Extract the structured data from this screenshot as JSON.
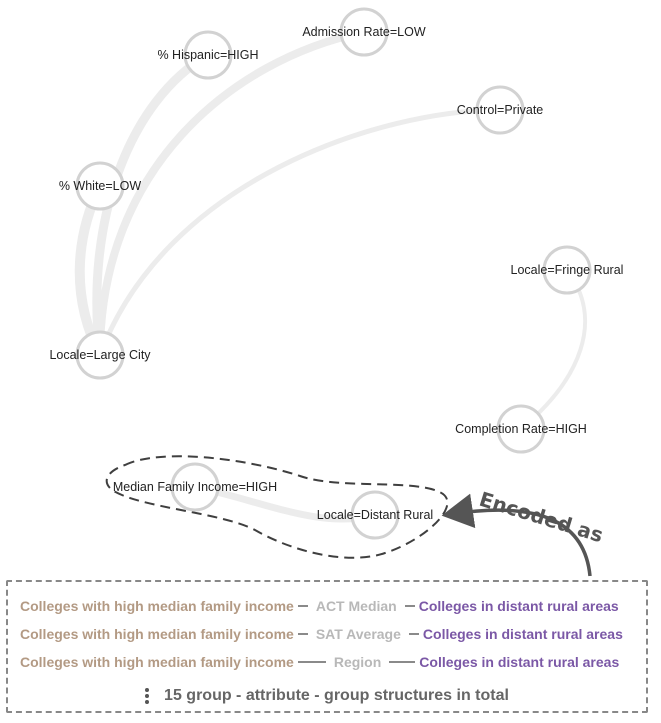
{
  "graph": {
    "nodes": [
      {
        "id": "admission",
        "label": "Admission Rate=LOW"
      },
      {
        "id": "hispanic",
        "label": "% Hispanic=HIGH"
      },
      {
        "id": "control",
        "label": "Control=Private"
      },
      {
        "id": "white",
        "label": "% White=LOW"
      },
      {
        "id": "fringe",
        "label": "Locale=Fringe Rural"
      },
      {
        "id": "largecity",
        "label": "Locale=Large City"
      },
      {
        "id": "completion",
        "label": "Completion Rate=HIGH"
      },
      {
        "id": "income",
        "label": "Median Family Income=HIGH"
      },
      {
        "id": "distant",
        "label": "Locale=Distant Rural"
      }
    ],
    "edges": [
      {
        "source": "largecity",
        "target": "white"
      },
      {
        "source": "largecity",
        "target": "hispanic"
      },
      {
        "source": "largecity",
        "target": "admission"
      },
      {
        "source": "largecity",
        "target": "control"
      },
      {
        "source": "fringe",
        "target": "completion"
      },
      {
        "source": "income",
        "target": "distant"
      }
    ]
  },
  "encoded_label": "Encoded as",
  "legend": {
    "rows": [
      {
        "left": "Colleges with high median family income",
        "attribute": "ACT Median",
        "right": "Colleges in distant rural areas"
      },
      {
        "left": "Colleges with high median family income",
        "attribute": "SAT Average",
        "right": "Colleges in distant rural areas"
      },
      {
        "left": "Colleges with high median family income",
        "attribute": "Region",
        "right": "Colleges in distant rural areas"
      }
    ],
    "summary": "15 group - attribute - group structures in total"
  },
  "colors": {
    "group_left": "#b39a84",
    "group_right": "#7b58a6",
    "attribute": "#b8b8b8",
    "node_ring": "#d2d2d2",
    "edge": "#ececec"
  }
}
